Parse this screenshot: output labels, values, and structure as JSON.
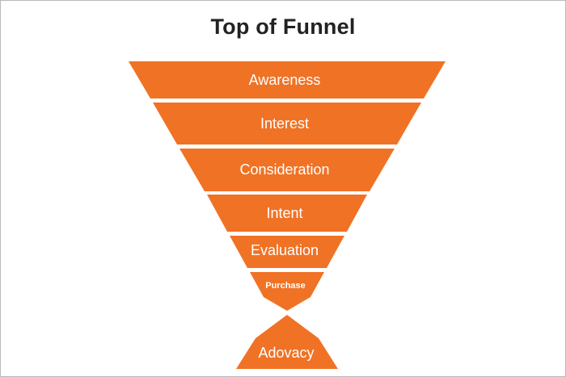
{
  "diagram": {
    "title": "Top of Funnel",
    "accent_color": "#f07225",
    "stages": [
      {
        "label": "Awareness"
      },
      {
        "label": "Interest"
      },
      {
        "label": "Consideration"
      },
      {
        "label": "Intent"
      },
      {
        "label": "Evaluation"
      },
      {
        "label": "Purchase"
      },
      {
        "label": "Adovacy"
      }
    ]
  }
}
